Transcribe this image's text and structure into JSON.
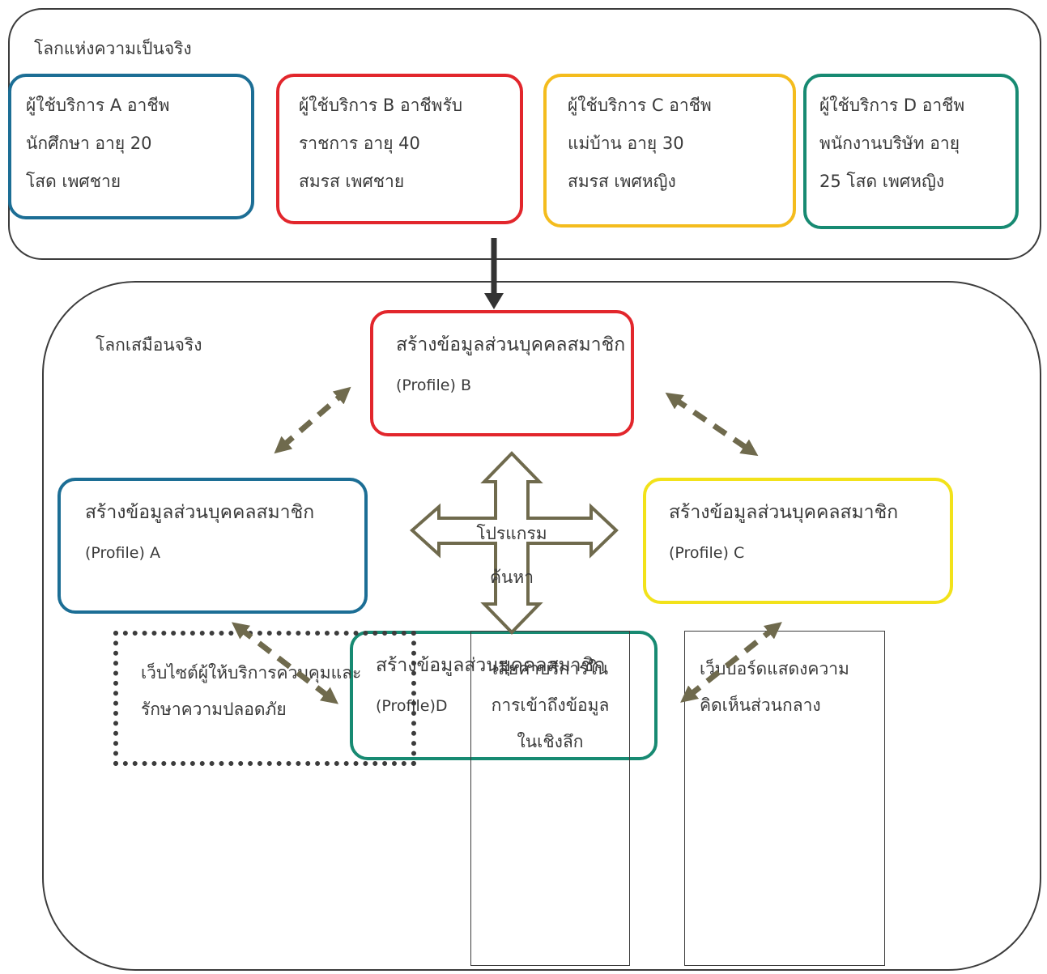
{
  "real_world": {
    "label": "โลกแห่งความเป็นจริง",
    "users": [
      {
        "id": "A",
        "color": "#1c6e95",
        "lines": [
          "ผู้ใช้บริการ A อาชีพ",
          "นักศึกษา อายุ 20",
          "โสด เพศชาย"
        ]
      },
      {
        "id": "B",
        "color": "#e2262c",
        "lines": [
          "ผู้ใช้บริการ B อาชีพรับ",
          "ราชการ อายุ 40",
          "สมรส เพศชาย"
        ]
      },
      {
        "id": "C",
        "color": "#f4bc1d",
        "lines": [
          "ผู้ใช้บริการ C อาชีพ",
          "แม่บ้าน อายุ 30",
          "สมรส เพศหญิง"
        ]
      },
      {
        "id": "D",
        "color": "#178a72",
        "lines": [
          "ผู้ใช้บริการ D อาชีพ",
          "พนักงานบริษัท อายุ",
          "25 โสด เพศหญิง"
        ]
      }
    ]
  },
  "virtual_world": {
    "label": "โลกเสมือนจริง",
    "profiles": {
      "B": {
        "title": "สร้างข้อมูลส่วนบุคคลสมาชิก",
        "sub": "(Profile) B",
        "color": "#e2262c"
      },
      "A": {
        "title": "สร้างข้อมูลส่วนบุคคลสมาชิก",
        "sub": "(Profile) A",
        "color": "#1c6e95"
      },
      "C": {
        "title": "สร้างข้อมูลส่วนบุคคลสมาชิก",
        "sub": "(Profile) C",
        "color": "#f2e21a"
      },
      "D": {
        "title": "สร้างข้อมูลส่วนบุคคลสมาชิก",
        "sub": "(Profile)D",
        "color": "#178a72"
      }
    },
    "search_program": {
      "line1": "โปรแกรม",
      "line2": "ค้นหา"
    },
    "services": [
      {
        "lines": [
          "เว็บไซต์ผู้ให้บริการควบคุมและ",
          "รักษาความปลอดภัย"
        ]
      },
      {
        "lines": [
          "เสียค่าบริการใน",
          "การเข้าถึงข้อมูล",
          "ในเชิงลึก"
        ]
      },
      {
        "lines": [
          "เว็บบอร์ดแสดงความ",
          "คิดเห็นส่วนกลาง"
        ]
      }
    ]
  },
  "colors": {
    "arrow": "#6f6a4d",
    "frame": "#3c3c3c"
  }
}
